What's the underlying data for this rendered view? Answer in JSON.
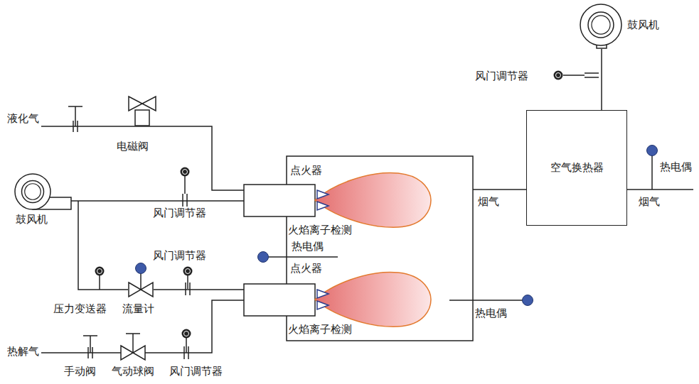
{
  "diagram": {
    "nodes": [
      {
        "text": [
          "鼓风机"
        ]
      },
      {
        "text": [
          "空气换热器"
        ]
      },
      {
        "text": [
          "鼓风机"
        ]
      }
    ],
    "edges": [
      {
        "from": 2,
        "to": 1,
        "arrow": "none"
      }
    ],
    "labels": [
      "液化气",
      "电磁阀",
      "风门调节器",
      "点火器",
      "风门调节器",
      "火焰离子检测",
      "烟气",
      "热电偶",
      "烟气",
      "风门调节器",
      "热电偶",
      "点火器",
      "压力变送器",
      "流量计",
      "热电偶",
      "火焰离子检测",
      "热解气",
      "手动阀",
      "气动球阀",
      "风门调节器"
    ]
  }
}
